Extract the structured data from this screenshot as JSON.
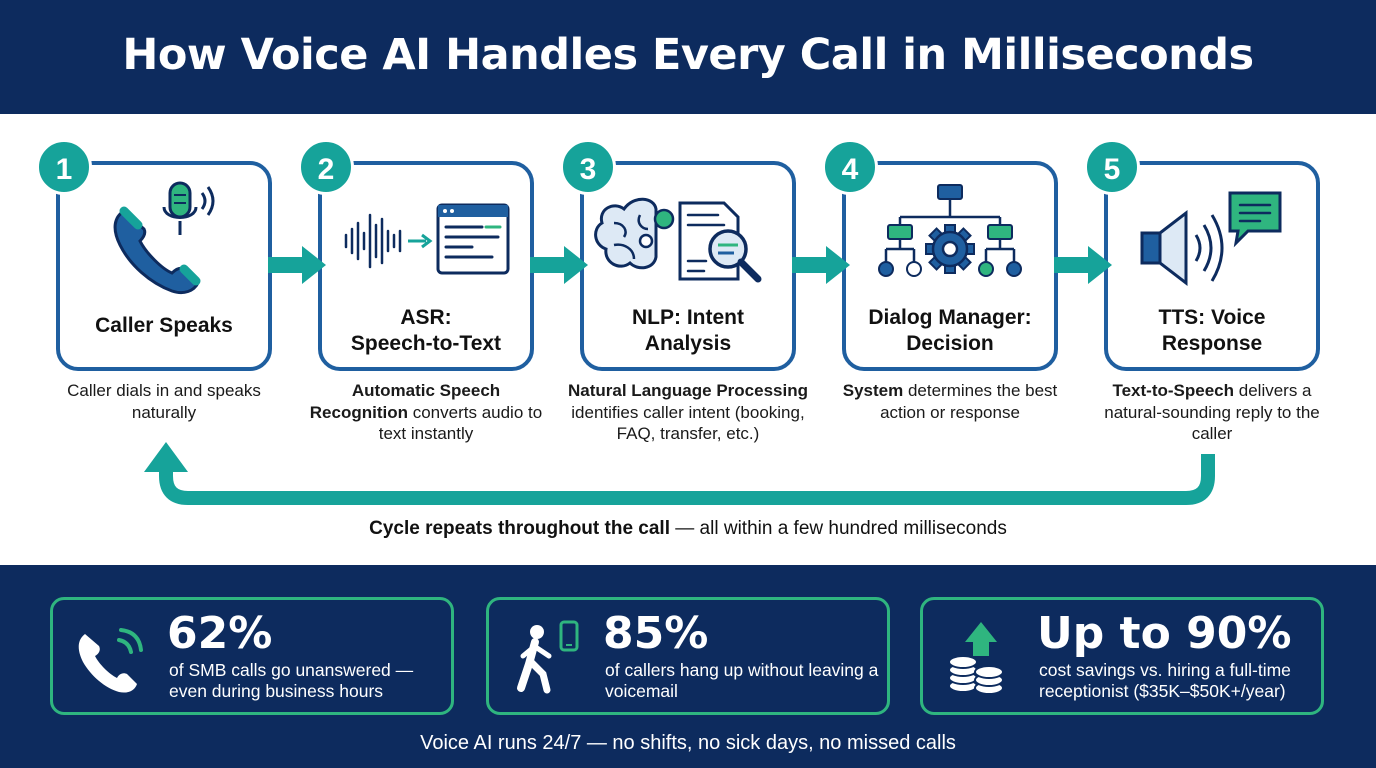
{
  "header": {
    "title": "How Voice AI Handles Every Call in Milliseconds"
  },
  "steps": [
    {
      "number": "1",
      "title_line1": "Caller Speaks",
      "title_line2": "",
      "icon": "phone-microphone-icon",
      "desc_bold": "",
      "desc_rest": "Caller dials in and speaks naturally"
    },
    {
      "number": "2",
      "title_line1": "ASR:",
      "title_line2": "Speech-to-Text",
      "icon": "waveform-to-text-icon",
      "desc_bold": "Automatic Speech Recognition",
      "desc_rest": " converts audio to text instantly"
    },
    {
      "number": "3",
      "title_line1": "NLP: Intent",
      "title_line2": "Analysis",
      "icon": "brain-document-icon",
      "desc_bold": "Natural Language Processing",
      "desc_rest": " identifies caller intent (booking, FAQ, transfer, etc.)"
    },
    {
      "number": "4",
      "title_line1": "Dialog Manager:",
      "title_line2": "Decision",
      "icon": "decision-tree-gear-icon",
      "desc_bold": "System",
      "desc_rest": " determines the best action or response"
    },
    {
      "number": "5",
      "title_line1": "TTS: Voice",
      "title_line2": "Response",
      "icon": "speaker-chat-icon",
      "desc_bold": "Text-to-Speech",
      "desc_rest": " delivers a natural-sounding reply to the caller"
    }
  ],
  "cycle": {
    "bold": "Cycle repeats throughout the call",
    "rest": " — all within a few hundred milliseconds"
  },
  "stats": [
    {
      "value": "62%",
      "label": "of SMB calls go unanswered — even during business hours",
      "icon": "ringing-phone-icon"
    },
    {
      "value": "85%",
      "label": "of callers hang up without leaving a voicemail",
      "icon": "walking-away-icon"
    },
    {
      "value": "Up to 90%",
      "label": "cost savings vs. hiring a full-time receptionist ($35K–$50K+/year)",
      "icon": "coins-arrow-up-icon"
    }
  ],
  "footer_note": "Voice AI runs 24/7 — no shifts, no sick days, no missed calls",
  "colors": {
    "navy": "#0d2b5e",
    "blue": "#1f5fa0",
    "teal": "#16a39a",
    "green": "#2fb57f"
  }
}
